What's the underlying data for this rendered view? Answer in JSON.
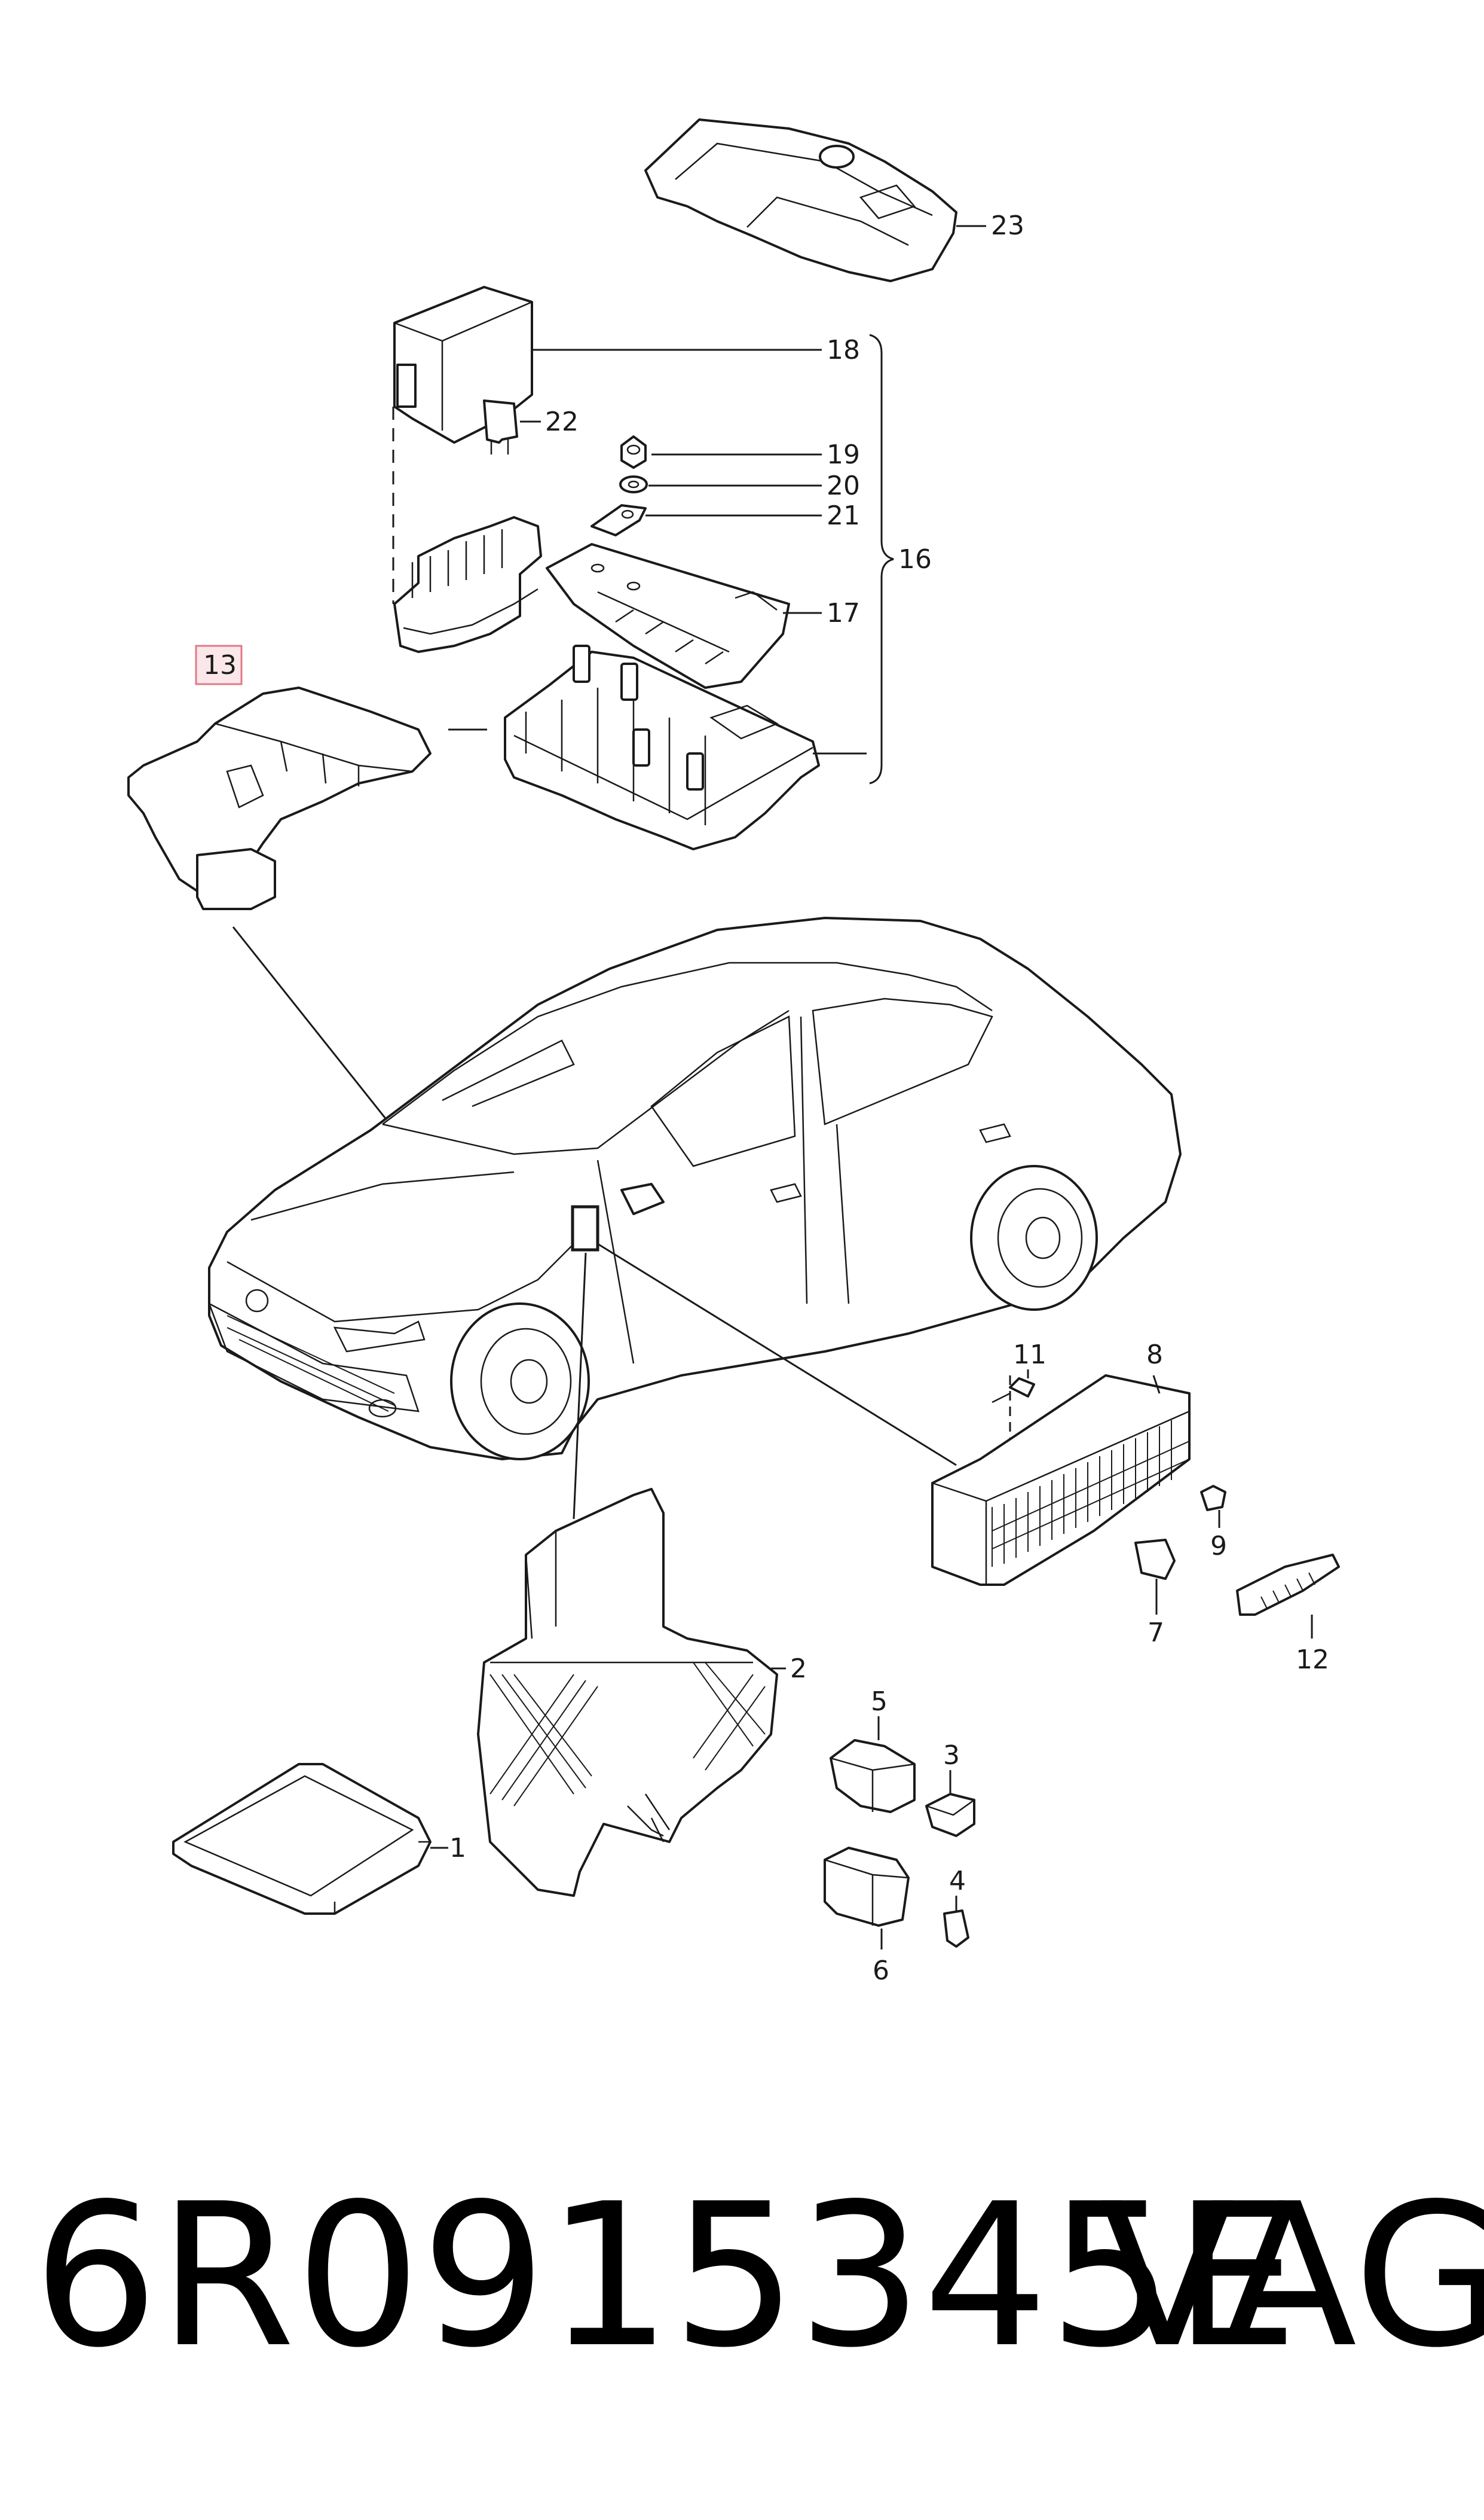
{
  "diagram": {
    "callouts": [
      {
        "id": "1",
        "label": "1"
      },
      {
        "id": "2",
        "label": "2"
      },
      {
        "id": "3",
        "label": "3"
      },
      {
        "id": "4",
        "label": "4"
      },
      {
        "id": "5",
        "label": "5"
      },
      {
        "id": "6",
        "label": "6"
      },
      {
        "id": "7",
        "label": "7"
      },
      {
        "id": "8",
        "label": "8"
      },
      {
        "id": "9",
        "label": "9"
      },
      {
        "id": "11",
        "label": "11"
      },
      {
        "id": "12",
        "label": "12"
      },
      {
        "id": "13",
        "label": "13",
        "highlighted": true,
        "highlight_color": "#e07a86"
      },
      {
        "id": "16",
        "label": "16"
      },
      {
        "id": "17",
        "label": "17"
      },
      {
        "id": "18",
        "label": "18"
      },
      {
        "id": "19",
        "label": "19"
      },
      {
        "id": "20",
        "label": "20"
      },
      {
        "id": "21",
        "label": "21"
      },
      {
        "id": "22",
        "label": "22"
      },
      {
        "id": "23",
        "label": "23"
      }
    ]
  },
  "footer": {
    "part_number": "6R0915345E",
    "brand": "VAG"
  }
}
